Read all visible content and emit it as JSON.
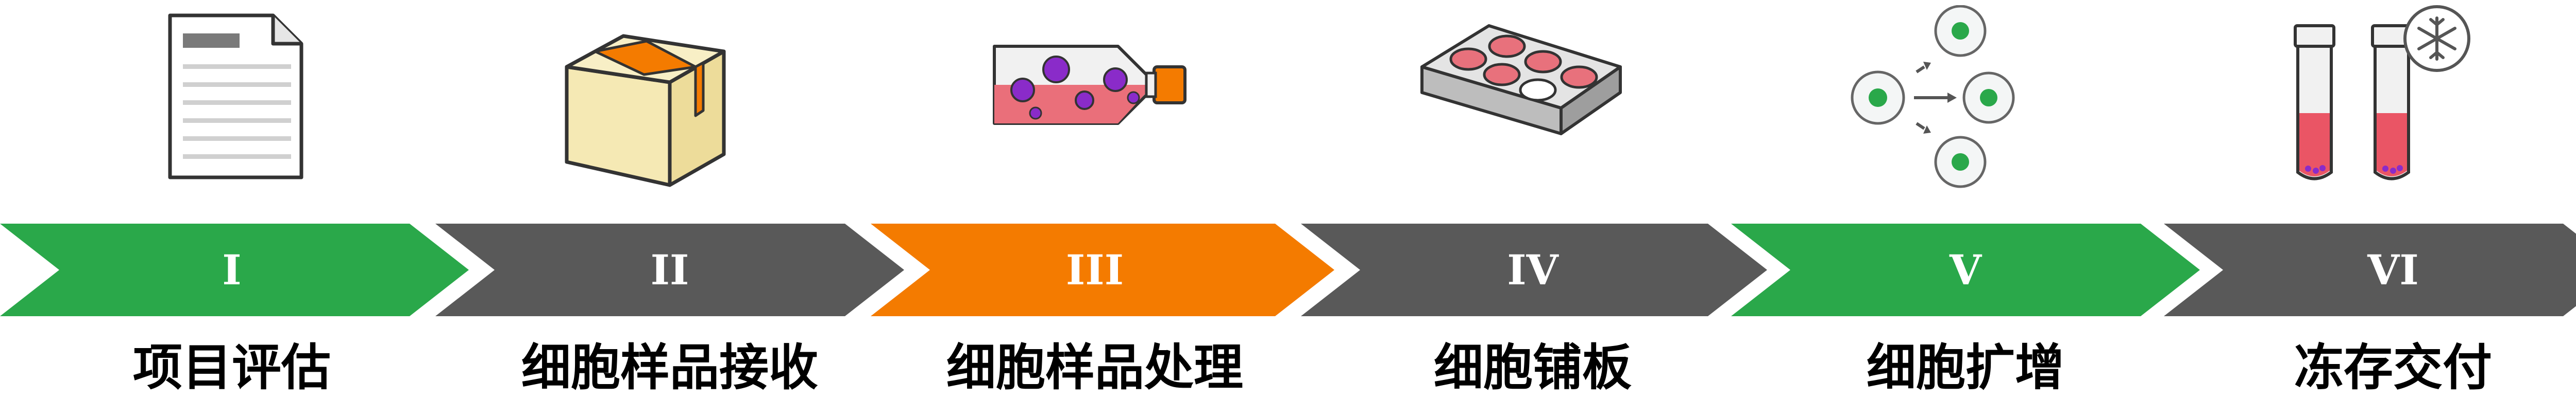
{
  "colors": {
    "green": "#2aa84a",
    "gray": "#595959",
    "orange": "#f47b00",
    "numeral": "#ffffff",
    "label": "#000000"
  },
  "steps": [
    {
      "numeral": "I",
      "label": "项目评估",
      "color": "green",
      "icon": "document-icon"
    },
    {
      "numeral": "II",
      "label": "细胞样品接收",
      "color": "gray",
      "icon": "package-box-icon"
    },
    {
      "numeral": "III",
      "label": "细胞样品处理",
      "color": "orange",
      "icon": "culture-flask-icon"
    },
    {
      "numeral": "IV",
      "label": "细胞铺板",
      "color": "gray",
      "icon": "well-plate-icon"
    },
    {
      "numeral": "V",
      "label": "细胞扩增",
      "color": "green",
      "icon": "cell-division-icon"
    },
    {
      "numeral": "VI",
      "label": "冻存交付",
      "color": "gray",
      "icon": "cryo-vials-snowflake-icon"
    }
  ]
}
